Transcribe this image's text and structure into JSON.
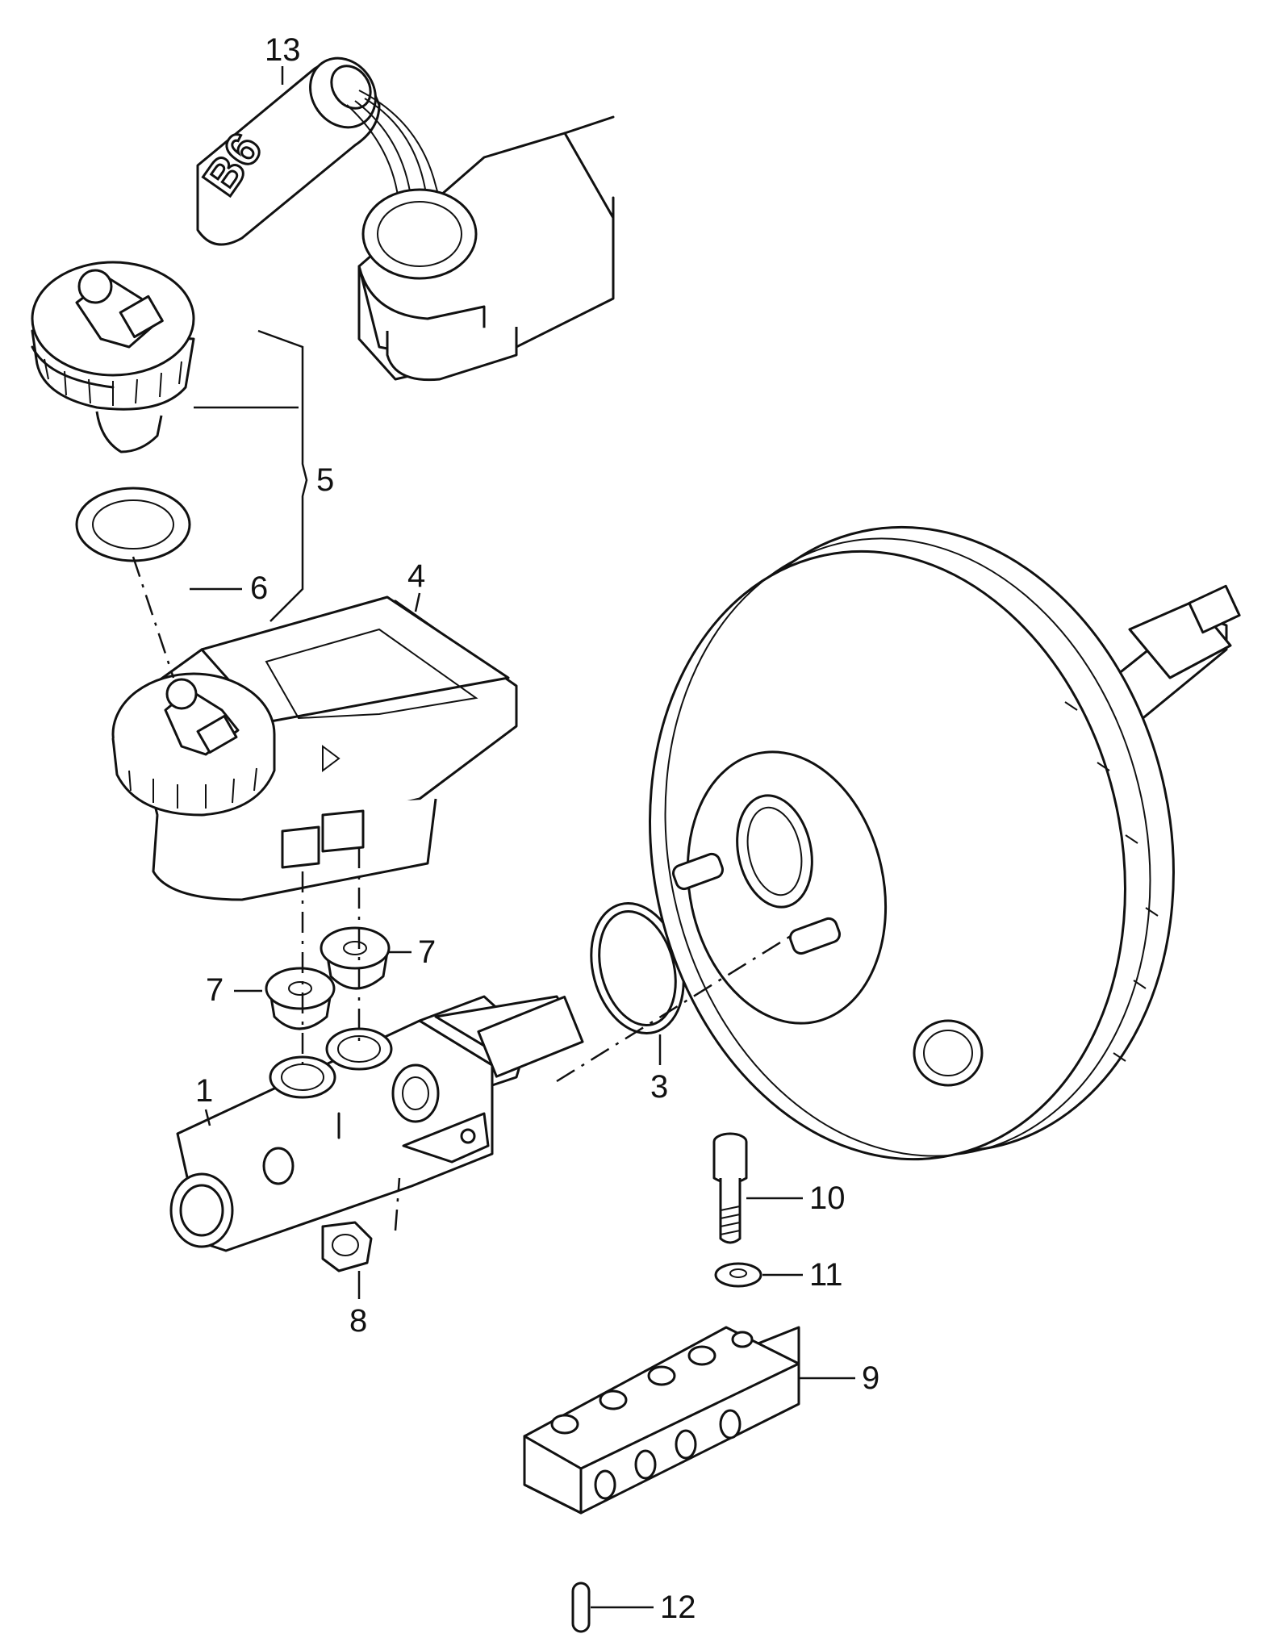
{
  "callouts": {
    "c1": "1",
    "c3": "3",
    "c4": "4",
    "c5": "5",
    "c6": "6",
    "c7a": "7",
    "c7b": "7",
    "c8": "8",
    "c9": "9",
    "c10": "10",
    "c11": "11",
    "c12": "12",
    "c13": "13"
  },
  "bottle_label": "B6"
}
